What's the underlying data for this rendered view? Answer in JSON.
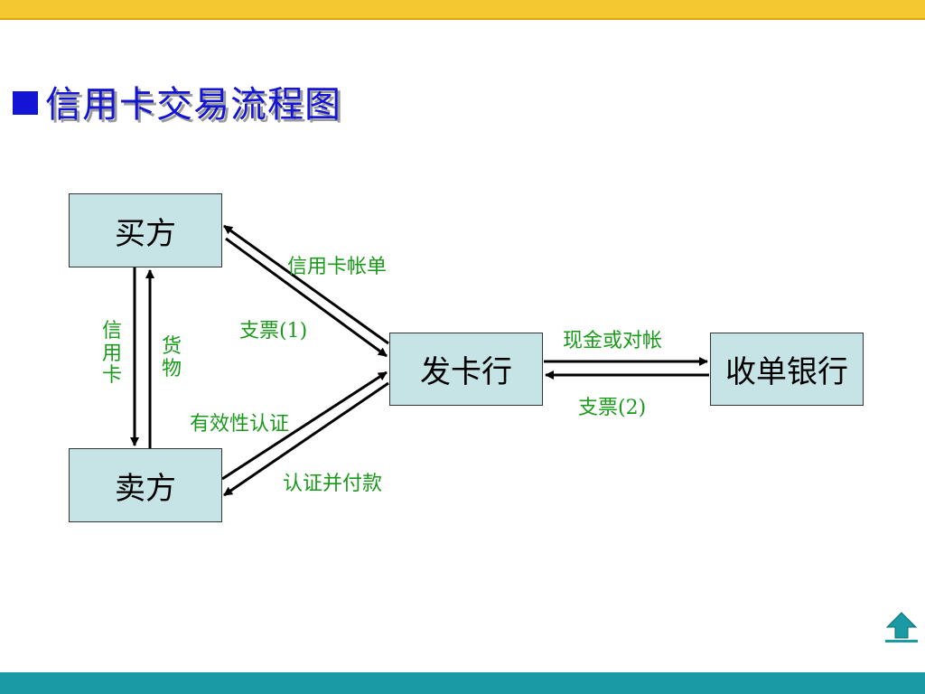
{
  "title": "信用卡交易流程图",
  "nodes": {
    "buyer": "买方",
    "seller": "卖方",
    "issuer": "发卡行",
    "acquirer": "收单银行"
  },
  "labels": {
    "credit_card_bill": "信用卡帐单",
    "check_1": "支票(1)",
    "validity_auth": "有效性认证",
    "auth_and_pay": "认证并付款",
    "cash_or_reconcile": "现金或对帐",
    "check_2": "支票(2)",
    "credit_card": "信用卡",
    "goods": "货物"
  },
  "colors": {
    "accent": "#1414d4",
    "label": "#1a9a1a",
    "node_fill": "#c6e3e6",
    "top_bar": "#f4c830",
    "bottom_bar": "#1a9aa5"
  },
  "icons": {
    "home": "home-up-arrow-icon"
  }
}
